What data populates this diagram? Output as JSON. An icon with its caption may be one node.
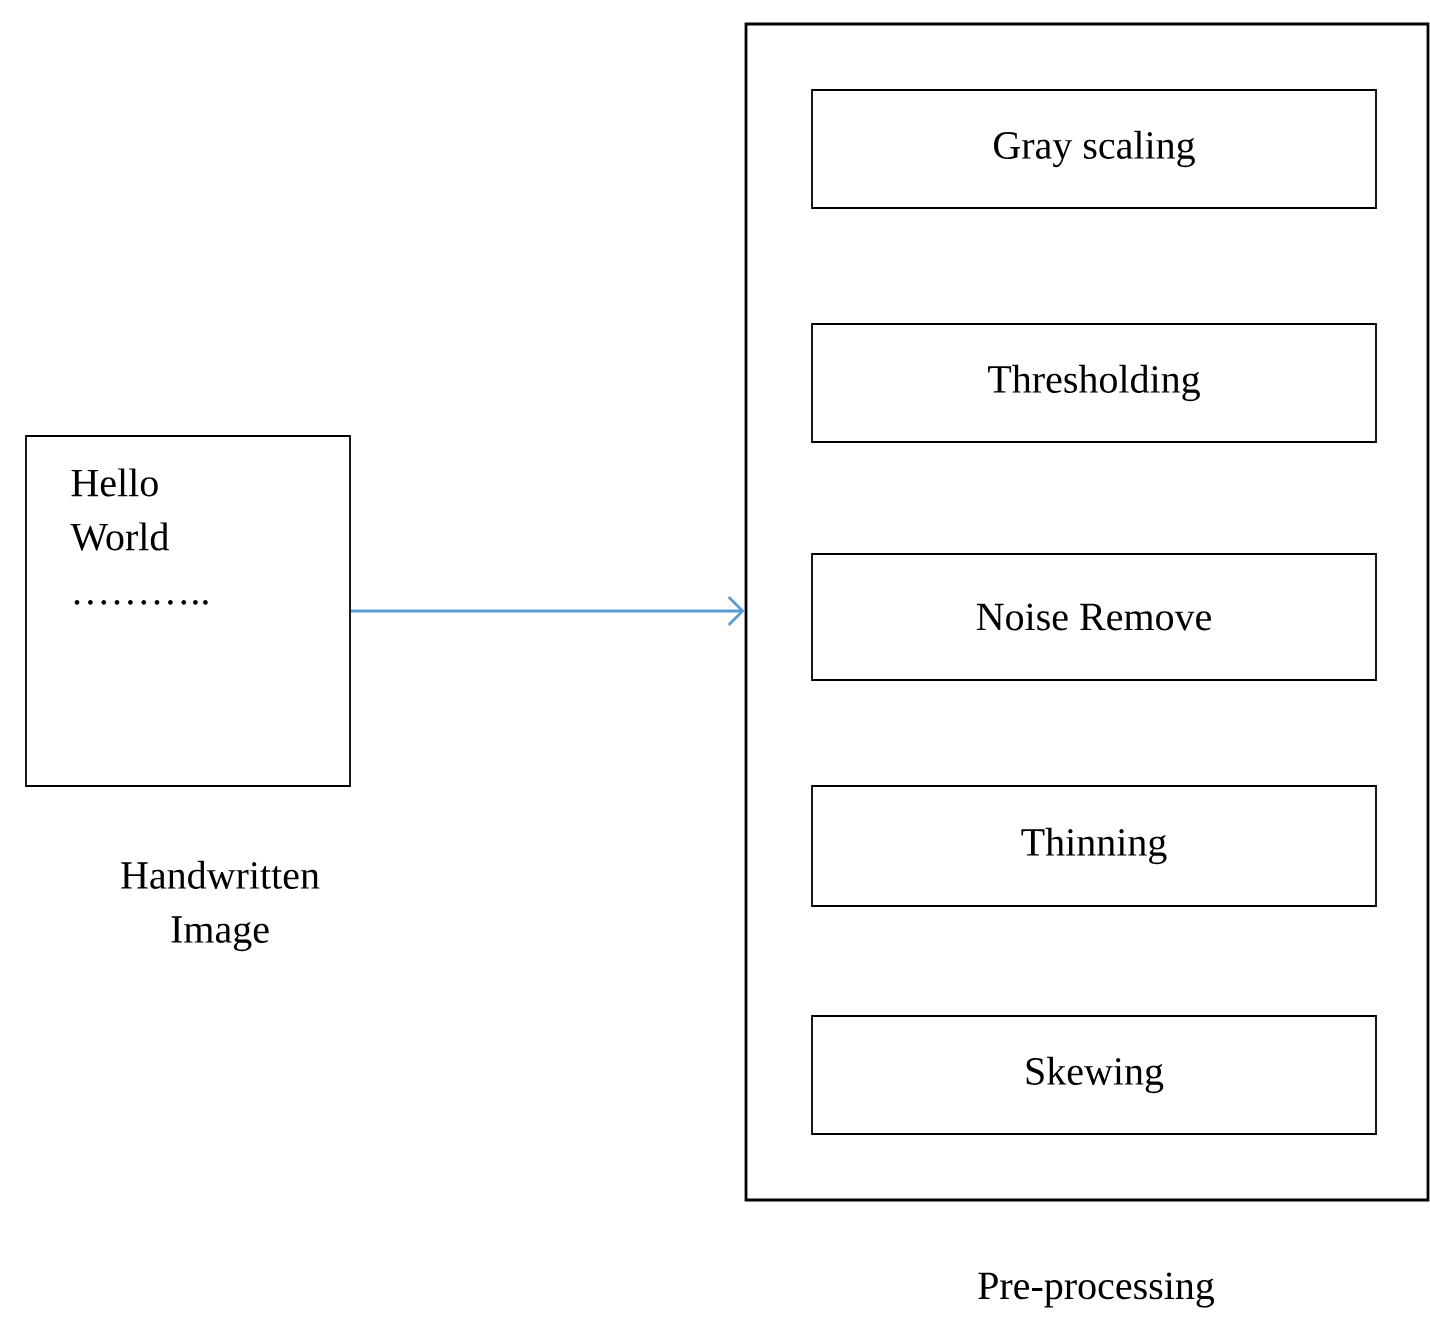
{
  "diagram": {
    "nodes": [
      {
        "text": [
          "Hello World ……….."
        ],
        "beside": [
          "Handwritten Image"
        ]
      },
      {
        "text": [],
        "shape": "box",
        "beside": [
          "Pre-processing"
        ]
      },
      {
        "text": [
          "Gray scaling"
        ],
        "in": 1
      },
      {
        "text": [
          "Thresholding"
        ],
        "in": 1
      },
      {
        "text": [
          "Noise Remove"
        ],
        "in": 1
      },
      {
        "text": [
          "Thinning"
        ],
        "in": 1
      },
      {
        "text": [
          "Skewing"
        ],
        "in": 1
      }
    ],
    "edges": [
      {
        "from": 0,
        "to": 1,
        "arrow": "to",
        "color": "#5b9bd5"
      }
    ]
  }
}
